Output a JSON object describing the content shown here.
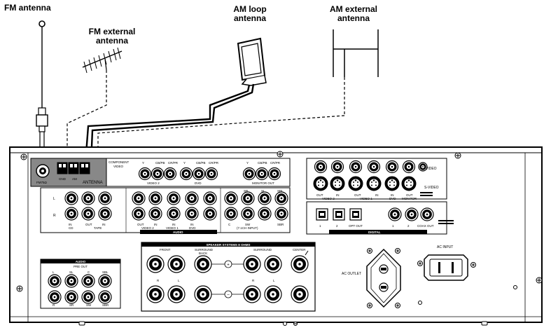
{
  "labels": {
    "fm_antenna": "FM antenna",
    "fm_external_line1": "FM external",
    "fm_external_line2": "antenna",
    "am_loop_line1": "AM loop",
    "am_loop_line2": "antenna",
    "am_external_line1": "AM external",
    "am_external_line2": "antenna"
  },
  "antenna_panel": {
    "fm": "FM75Ω",
    "gnd": "GND",
    "am": "AM",
    "antenna": "ANTENNA"
  },
  "component_video": {
    "title_line1": "COMPONENT",
    "title_line2": "VIDEO",
    "y": "Y",
    "cb": "CB/PB",
    "cr": "CR/PR",
    "video2": "VIDEO 2",
    "dvd": "DVD",
    "monitor_out": "MONITOR OUT"
  },
  "audio_panel": {
    "l": "L",
    "r": "R",
    "in": "IN",
    "out": "OUT",
    "cd": "CD",
    "tape": "TAPE",
    "video2": "VIDEO 2",
    "video1": "VIDEO 1",
    "dvd": "DVD",
    "sr": "SR",
    "sl": "SL",
    "sbr": "SBR",
    "sbl": "SBL",
    "sw": "SW",
    "c": "C",
    "ch71": "(7.1CH INPUT)",
    "audio": "AUDIO"
  },
  "video_panel": {
    "video": "VIDEO",
    "s_video": "S-VIDEO",
    "out": "OUT",
    "in": "IN",
    "video2": "VIDEO 2",
    "video1": "VIDEO 1",
    "dvd": "DVD",
    "monitor": "MONITOR"
  },
  "digital_panel": {
    "opt1": "1",
    "opt2": "2",
    "opt_out": "OPT OUT",
    "coax1": "1",
    "coax2": "2",
    "coax_out": "COAX OUT",
    "digital": "DIGITAL"
  },
  "speakers": {
    "title": "SPEAKER SYSTEMS 8 OHMS",
    "front": "FRONT",
    "surround_back_line1": "SURROUND",
    "surround_back_line2": "BACK",
    "surround": "SURROUND",
    "center": "CENTER",
    "r": "R",
    "l": "L",
    "plus": "+",
    "minus": "–"
  },
  "pre_out": {
    "audio": "AUDIO",
    "pre_out": "PRE OUT",
    "l": "L",
    "sl": "SL",
    "c": "C",
    "sbl": "SBL",
    "r": "R",
    "sr": "SR",
    "sw": "SW",
    "sbr": "SBR"
  },
  "power": {
    "ac_outlet": "AC OUTLET",
    "ac_input": "AC INPUT"
  }
}
